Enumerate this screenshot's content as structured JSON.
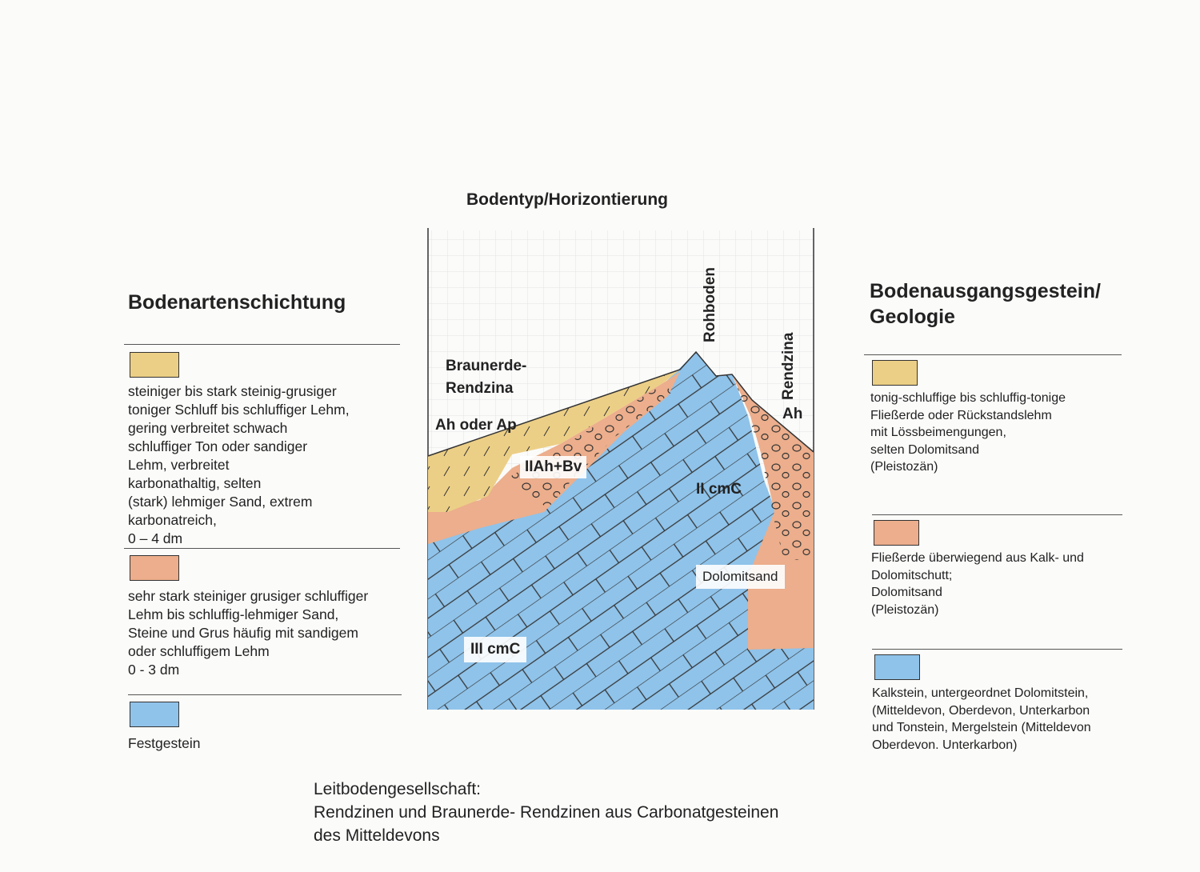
{
  "diagram_title": "Bodentyp/Horizontierung",
  "left": {
    "heading": "Bodenartenschichtung",
    "items": [
      {
        "color": "#eccf86",
        "text": "steiniger bis stark steinig-grusiger\ntoniger Schluff bis schluffiger Lehm,\ngering verbreitet schwach\nschluffiger Ton oder sandiger\nLehm, verbreitet\nkarbonathaltig, selten\n(stark) lehmiger Sand, extrem\nkarbonatreich,\n0 – 4 dm"
      },
      {
        "color": "#ecae8c",
        "text": "sehr stark steiniger grusiger schluffiger\nLehm  bis schluffig-lehmiger Sand,\nSteine und Grus häufig mit sandigem\noder schluffigem Lehm\n0 - 3 dm"
      },
      {
        "color": "#8fc3ea",
        "text": "Festgestein"
      }
    ]
  },
  "right": {
    "heading": "Bodenausgangsgestein/\nGeologie",
    "items": [
      {
        "color": "#eccf86",
        "text": "tonig-schluffige bis schluffig-tonige\nFließerde oder Rückstandslehm\nmit Lössbeimengungen,\nselten Dolomitsand\n(Pleistozän)"
      },
      {
        "color": "#ecae8c",
        "text": "Fließerde überwiegend aus Kalk- und\nDolomitschutt;\nDolomitsand\n(Pleistozän)"
      },
      {
        "color": "#8fc3ea",
        "text": "Kalkstein, untergeordnet Dolomitstein,\n (Mitteldevon, Oberdevon, Unterkarbon\nund Tonstein, Mergelstein (Mitteldevon\nOberdevon. Unterkarbon)"
      }
    ]
  },
  "labels": {
    "braunerde": "Braunerde-\nRendzina",
    "ah_ap": "Ah oder Ap",
    "iiah_bv": "IIAh+Bv",
    "ii_cmc": "II cmC",
    "iii_cmc": "III cmC",
    "dolomitsand": "Dolomitsand",
    "rohboden": "Rohboden",
    "rendzina": "Rendzina",
    "ah": "Ah"
  },
  "footer": {
    "line1": "Leitbodengesellschaft:",
    "line2": "Rendzinen und Braunerde- Rendzinen aus Carbonatgesteinen",
    "line3": "des Mitteldevons"
  }
}
